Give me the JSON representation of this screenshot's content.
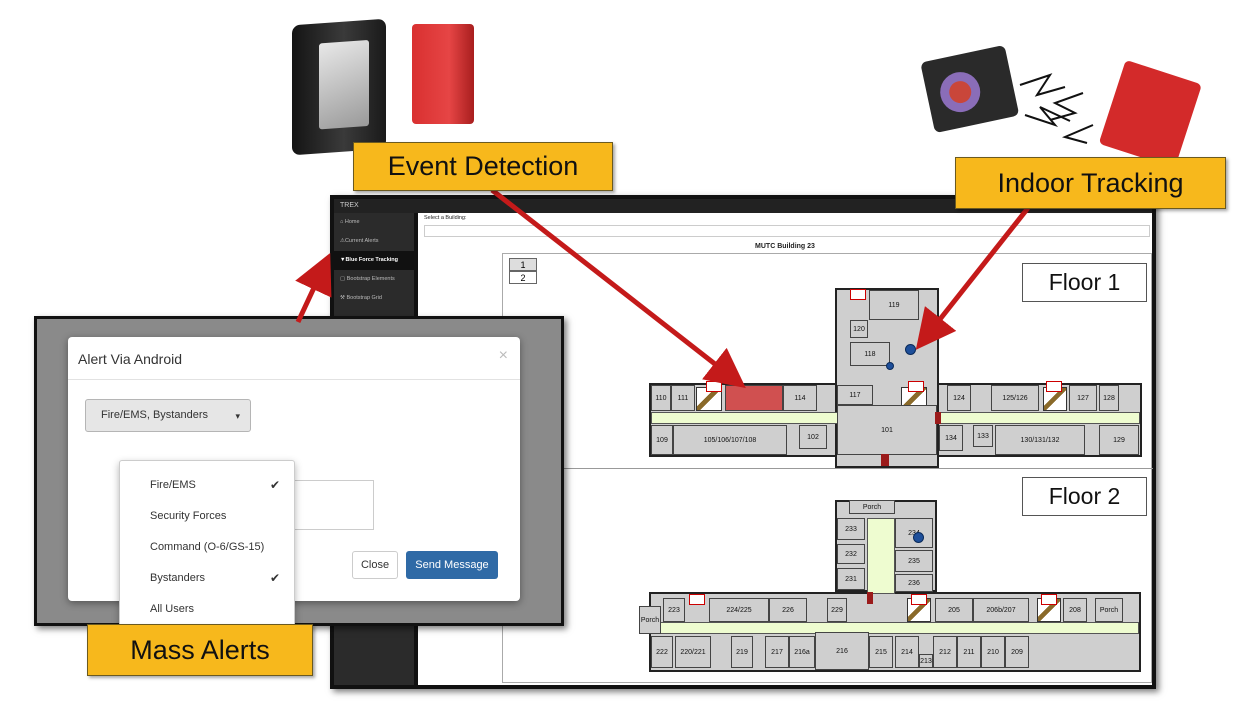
{
  "callouts": {
    "event_detection": "Event Detection",
    "indoor_tracking": "Indoor Tracking",
    "mass_alerts": "Mass Alerts"
  },
  "app": {
    "title": "TREX",
    "sidebar": [
      {
        "label": "Home",
        "icon": "home-icon"
      },
      {
        "label": "Current Alerts",
        "icon": "warning-icon"
      },
      {
        "label": "Blue Force Tracking",
        "icon": "map-marker-icon",
        "active": true
      },
      {
        "label": "Bootstrap Elements",
        "icon": "monitor-icon"
      },
      {
        "label": "Bootstrap Grid",
        "icon": "wrench-icon"
      }
    ],
    "select_building_label": "Select a Building:",
    "building_title": "MUTC Building 23",
    "floor_tabs": [
      "1",
      "2"
    ],
    "floor_labels": [
      "Floor 1",
      "Floor 2"
    ],
    "floor1_rooms": [
      "110",
      "111",
      "114",
      "117",
      "119",
      "120",
      "118",
      "124",
      "125/126",
      "127",
      "128",
      "109",
      "105/106/107/108",
      "102",
      "101",
      "134",
      "133",
      "130/131/132",
      "129"
    ],
    "floor2_rooms": [
      "Porch",
      "233",
      "234",
      "232",
      "235",
      "231",
      "236",
      "Porch",
      "223",
      "224/225",
      "226",
      "229",
      "205",
      "206b/207",
      "208",
      "Porch",
      "222",
      "220/221",
      "219",
      "217",
      "216a",
      "216",
      "215",
      "214",
      "213",
      "212",
      "211",
      "210",
      "209"
    ]
  },
  "dialog": {
    "title": "Alert Via Android",
    "close_x": "×",
    "dropdown_value": "Fire/EMS, Bystanders",
    "options": [
      {
        "label": "Fire/EMS",
        "checked": true
      },
      {
        "label": "Security Forces",
        "checked": false
      },
      {
        "label": "Command (O-6/GS-15)",
        "checked": false
      },
      {
        "label": "Bystanders",
        "checked": true
      },
      {
        "label": "All Users",
        "checked": false
      }
    ],
    "close_button": "Close",
    "send_button": "Send Message"
  },
  "colors": {
    "callout": "#f7b81c",
    "arrow": "#c41a1a",
    "hallway": "#eefcd0",
    "send_button": "#2f6aa6",
    "tracker": "#1e4f9a",
    "event_room": "#d05050"
  }
}
